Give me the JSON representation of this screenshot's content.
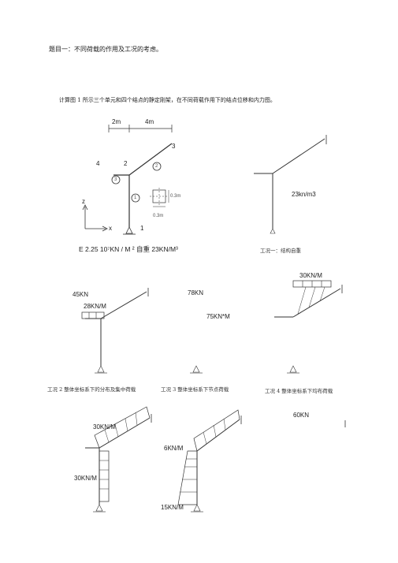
{
  "title": "题目一：不同荷载的作用及工况的考虑。",
  "intro": "计算图 1 所示三个单元和四个结点的静定刚架，在不同荷载作用下的结点位移和内力图。",
  "main_figure": {
    "dim_left": "2m",
    "dim_right": "4m",
    "node_labels": [
      "1",
      "2",
      "3",
      "4"
    ],
    "element_labels": [
      "1",
      "2",
      "3"
    ],
    "section_height": "0.3m",
    "section_width": "0.3m",
    "axis_z": "z",
    "axis_x": "x",
    "material": "E 2.25 10⁷KN / M ² 自重  23KN/M³"
  },
  "case1": {
    "load": "23kn/m3",
    "caption": "工况一：结构自重"
  },
  "case2": {
    "load_point": "45KN",
    "load_dist": "28KN/M",
    "caption": "工况 2 整体坐标系下的分布及集中荷载"
  },
  "case3": {
    "load_force": "78KN",
    "load_moment": "75KN*M",
    "caption": "工况 3 整体坐标系下节点荷载"
  },
  "case4": {
    "load": "30KN/M",
    "caption": "工况 4 整体坐标系下均布荷载"
  },
  "case5": {
    "load_top": "30KN/M",
    "load_side": "30KN/M"
  },
  "case6": {
    "load_top": "6KN/M",
    "load_bottom": "15KN/M"
  },
  "case7": {
    "load": "60KN"
  }
}
